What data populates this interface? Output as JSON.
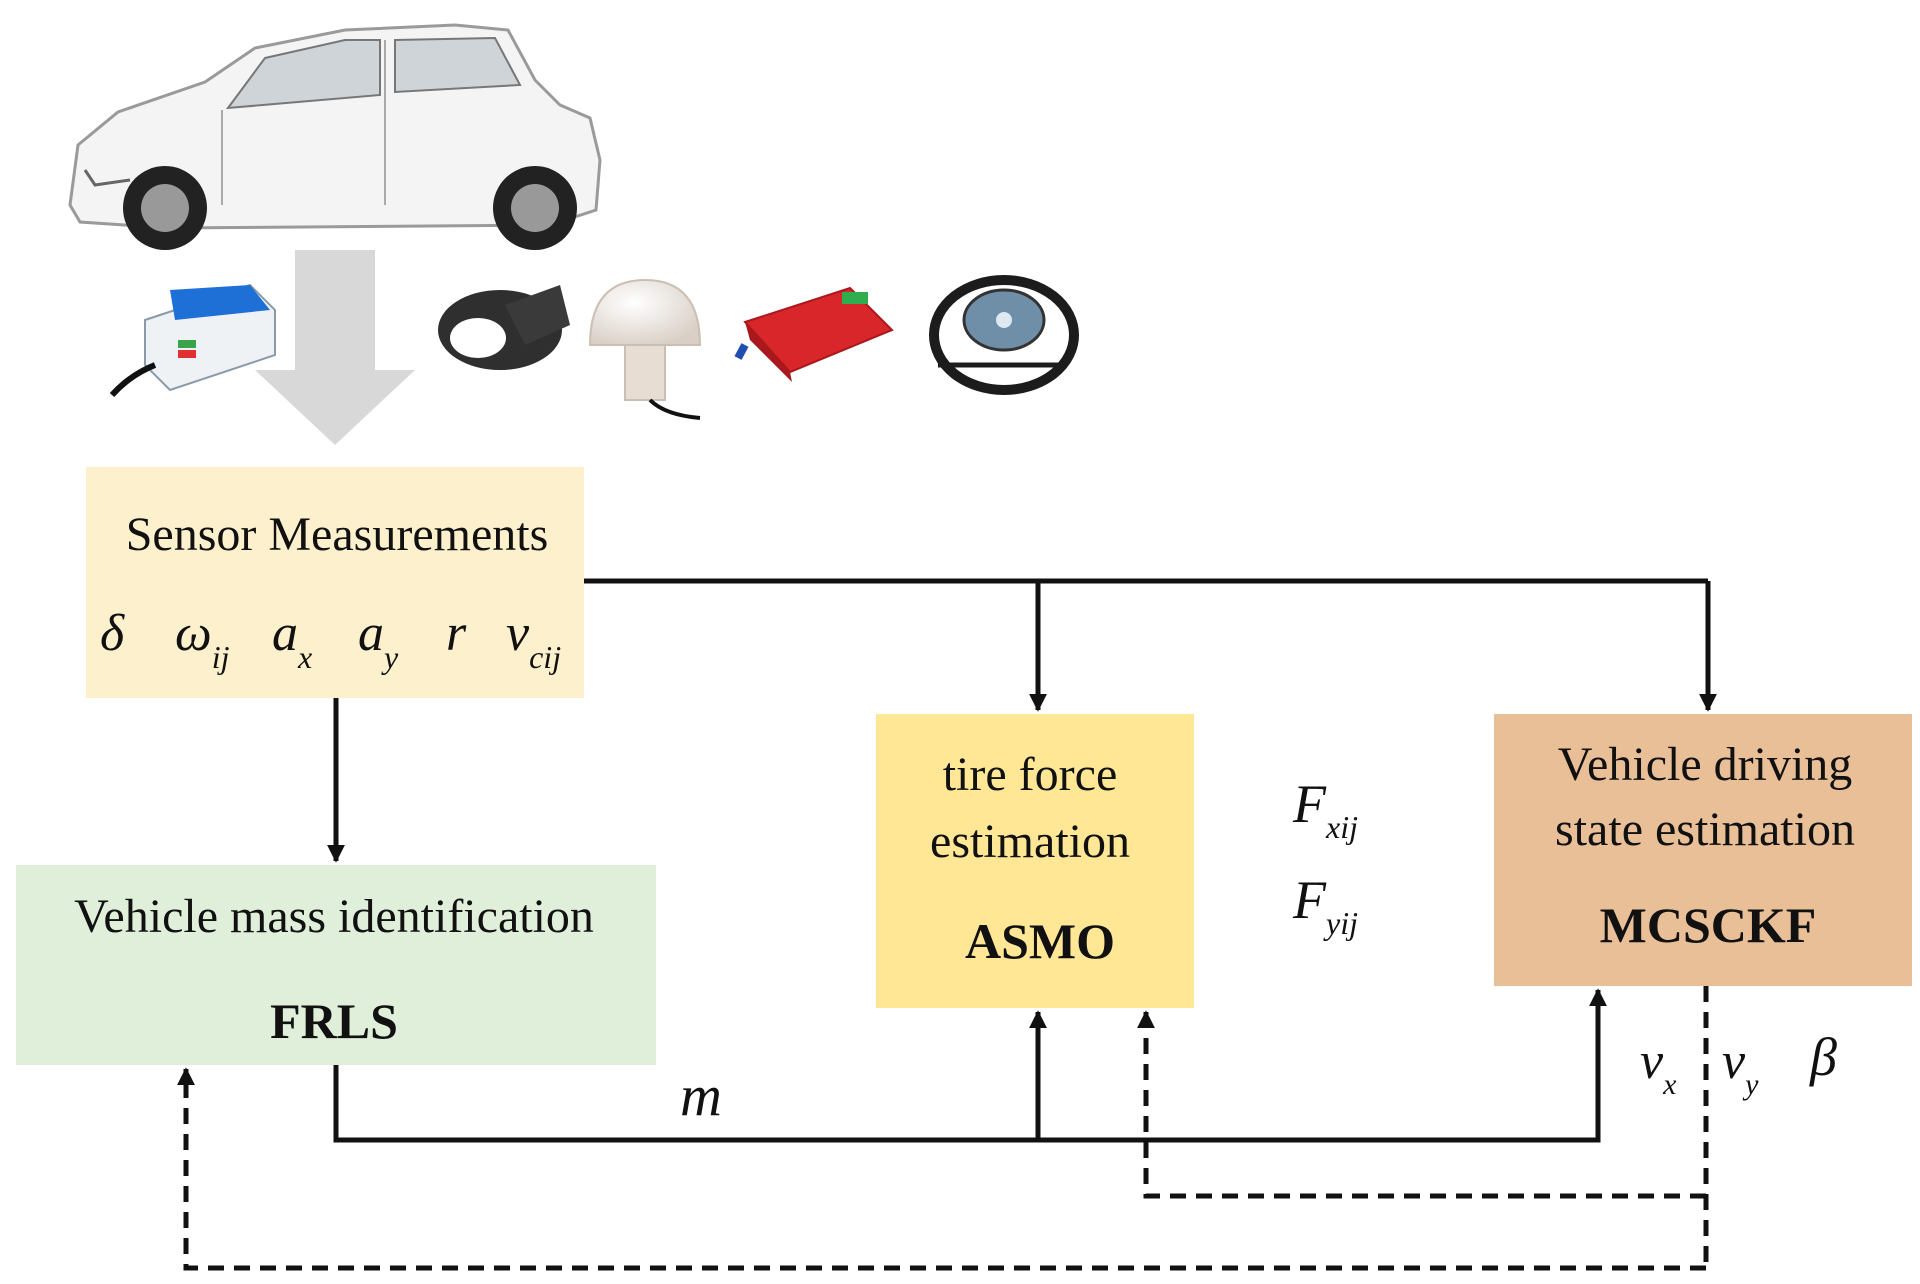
{
  "colors": {
    "sensor_box": "#fdf0cc",
    "tire_box": "#ffe796",
    "state_box": "#e9bf98",
    "mass_box": "#e0efda",
    "arrow_gray": "#d8d8d8",
    "car_body": "#f4f4f4",
    "imu_blue": "#1e6fd6",
    "can_red": "#d9262a",
    "line": "#111111"
  },
  "icons": [
    "car-icon",
    "imu-sensor-icon",
    "steering-angle-sensor-icon",
    "gps-antenna-icon",
    "can-analyzer-icon",
    "steering-wheel-sensor-icon"
  ],
  "sensor": {
    "title": "Sensor Measurements",
    "symbols": [
      {
        "base": "δ",
        "sub": ""
      },
      {
        "base": "ω",
        "sub": "ij"
      },
      {
        "base": "a",
        "sub": "x"
      },
      {
        "base": "a",
        "sub": "y"
      },
      {
        "base": "r",
        "sub": ""
      },
      {
        "base": "v",
        "sub": "cij"
      }
    ]
  },
  "tire": {
    "line1": "tire force",
    "line2": "estimation",
    "method": "ASMO"
  },
  "state": {
    "line1": "Vehicle driving",
    "line2": "state estimation",
    "method": "MCSCKF"
  },
  "mass": {
    "line1": "Vehicle mass identification",
    "method": "FRLS"
  },
  "forces": [
    {
      "base": "F",
      "sub": "xij"
    },
    {
      "base": "F",
      "sub": "yij"
    }
  ],
  "mass_output": "m",
  "state_outputs": [
    {
      "base": "v",
      "sub": "x"
    },
    {
      "base": "v",
      "sub": "y"
    },
    {
      "base": "β",
      "sub": ""
    }
  ]
}
